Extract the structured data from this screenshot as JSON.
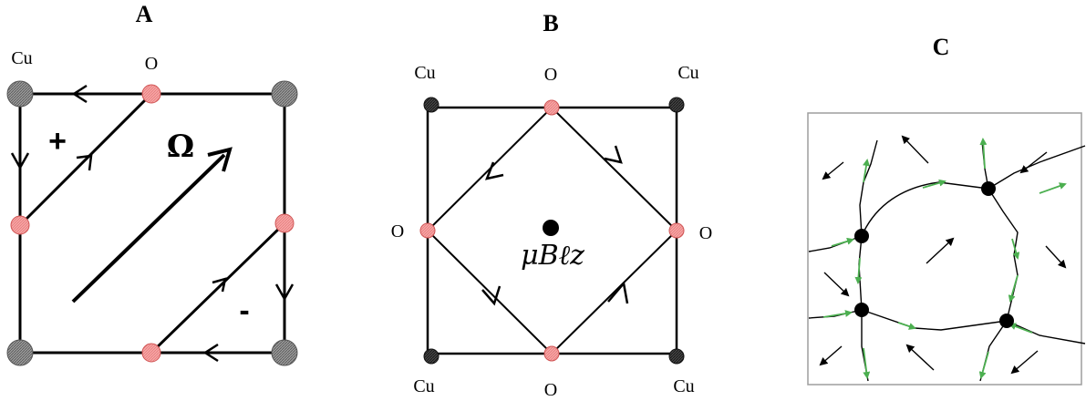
{
  "panels": {
    "a": {
      "title": "A",
      "cu_label": "Cu",
      "o_label": "O",
      "plus": "+",
      "minus": "-",
      "omega": "Ω"
    },
    "b": {
      "title": "B",
      "cu_label": "Cu",
      "o_label": "O",
      "moment": "μBℓz"
    },
    "c": {
      "title": "C"
    }
  },
  "colors": {
    "copper_atom": "#777777",
    "oxygen_atom": "#f4a0a0",
    "flow_arrows": "#4caf50",
    "lines": "#000000",
    "frame_c": "#9e9e9e"
  },
  "icons": [
    "copper-atom",
    "oxygen-atom",
    "orbital-moment-dot",
    "vortex-node"
  ]
}
